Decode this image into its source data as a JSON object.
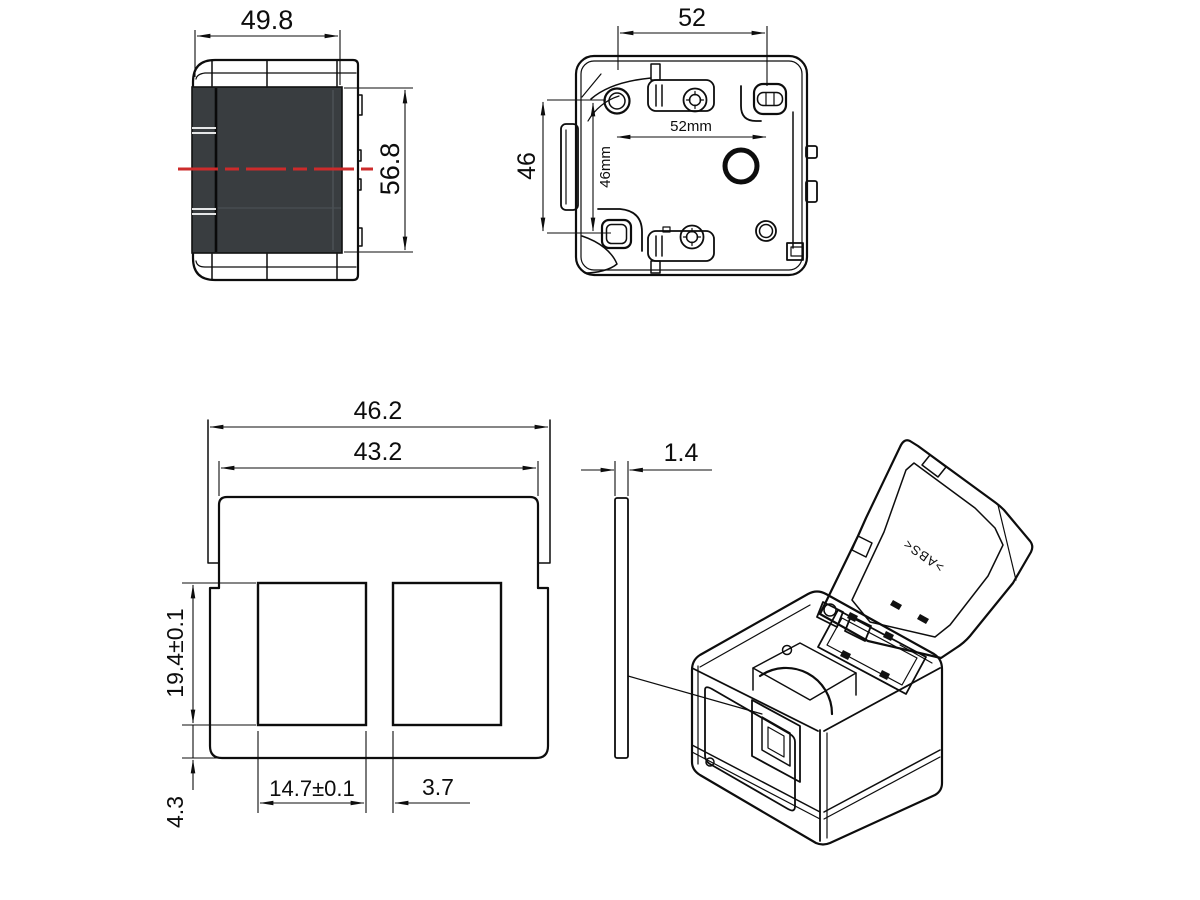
{
  "drawing": {
    "side_view": {
      "width": "49.8",
      "height": "56.8"
    },
    "back_view": {
      "width": "52",
      "height": "46",
      "inner_width": "52mm",
      "inner_height": "46mm"
    },
    "faceplate_view": {
      "outer_width": "46.2",
      "inner_width": "43.2",
      "port_height": "19.4±0.1",
      "port_width": "14.7±0.1",
      "port_gap": "3.7",
      "bottom_margin": "4.3"
    },
    "plate_view": {
      "thickness": "1.4"
    },
    "iso_view": {
      "material_marking": ">ABS<"
    },
    "colors": {
      "line": "#0d0d0d",
      "panel_dark": "#393d40",
      "centerline_red": "#cc2b2b",
      "background": "#ffffff"
    }
  }
}
